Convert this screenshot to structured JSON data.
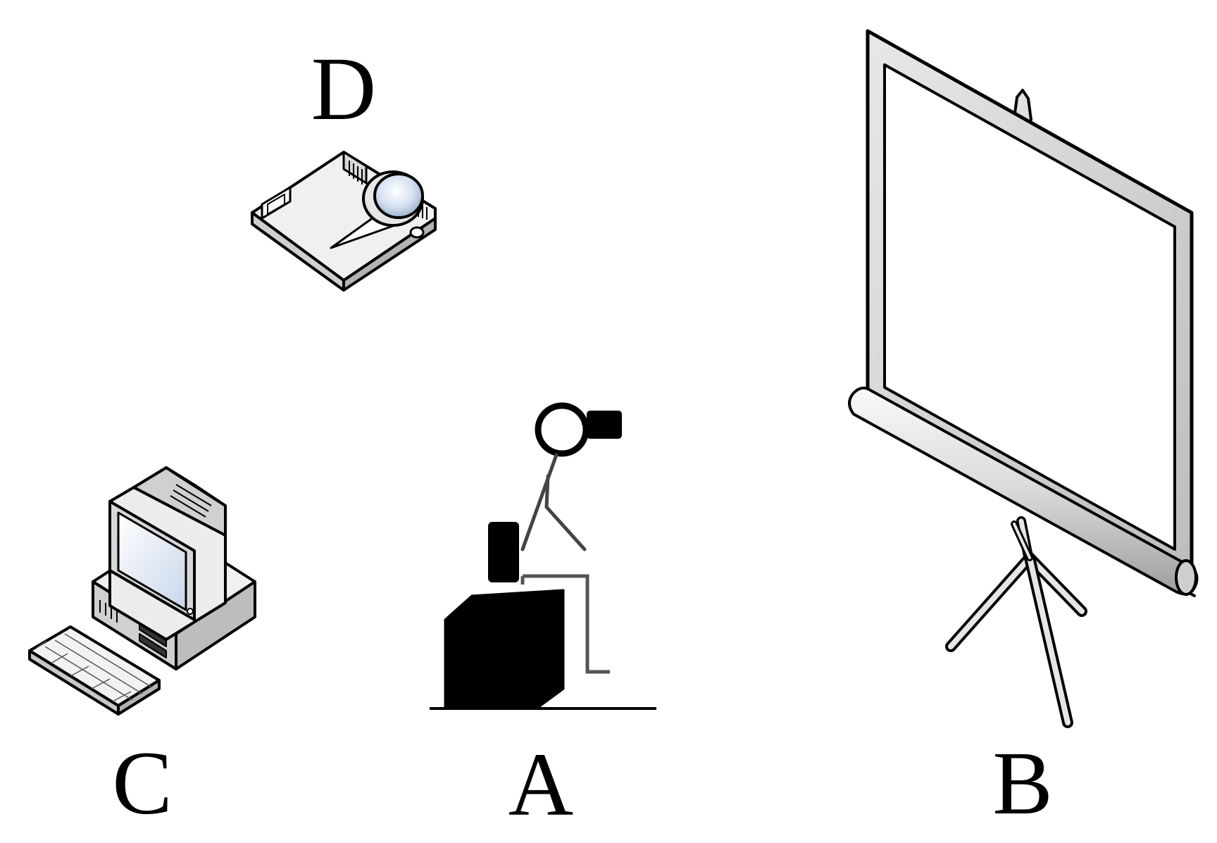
{
  "labels": {
    "a": "A",
    "b": "B",
    "c": "C",
    "d": "D"
  },
  "icons": {
    "projector": "projector-icon",
    "projection_screen": "projection-screen-icon",
    "computer": "desktop-computer-icon",
    "person_at_desk": "person-at-desk-icon"
  },
  "colors": {
    "ink": "#000000",
    "device_light": "#f2f2f2",
    "device_mid": "#d6d6d6",
    "device_dark": "#b3b3b3",
    "lens_blue": "#cfdcf0",
    "background": "#ffffff"
  }
}
